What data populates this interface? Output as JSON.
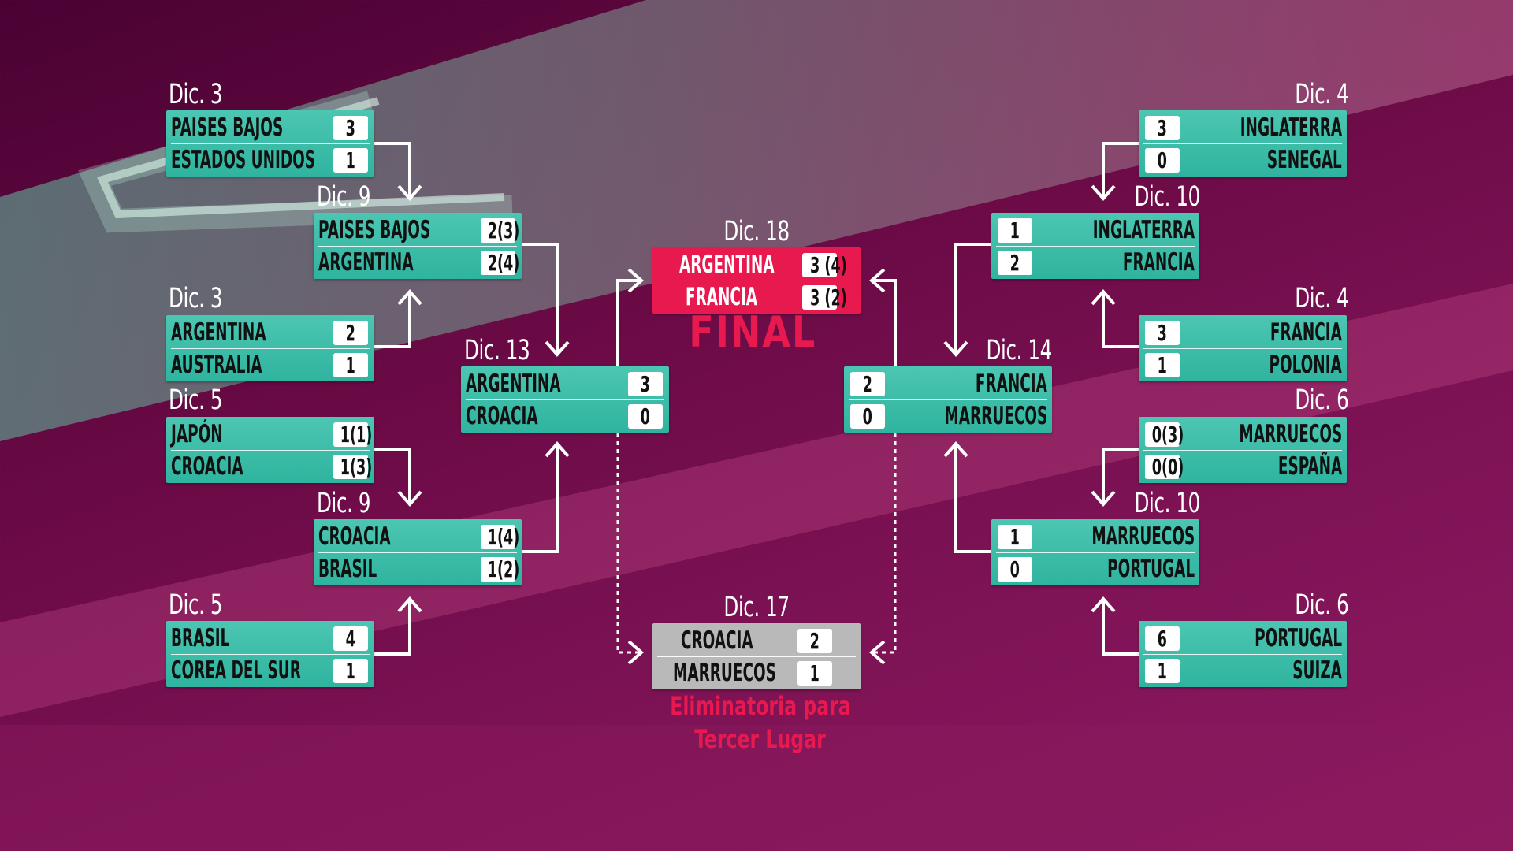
{
  "colors": {
    "match_fill": "#3bbca7",
    "final_fill": "#e8194e",
    "third_fill": "#b9b9b9",
    "accent_text": "#e8194e"
  },
  "left": {
    "r16": [
      {
        "date": "Dic. 3",
        "team1": "PAISES BAJOS",
        "score1": "3",
        "team2": "ESTADOS UNIDOS",
        "score2": "1"
      },
      {
        "date": "Dic. 3",
        "team1": "ARGENTINA",
        "score1": "2",
        "team2": "AUSTRALIA",
        "score2": "1"
      },
      {
        "date": "Dic. 5",
        "team1": "JAPÓN",
        "score1": "1(1)",
        "team2": "CROACIA",
        "score2": "1(3)"
      },
      {
        "date": "Dic. 5",
        "team1": "BRASIL",
        "score1": "4",
        "team2": "COREA DEL SUR",
        "score2": "1"
      }
    ],
    "qf": [
      {
        "date": "Dic. 9",
        "team1": "PAISES BAJOS",
        "score1": "2(3)",
        "team2": "ARGENTINA",
        "score2": "2(4)"
      },
      {
        "date": "Dic. 9",
        "team1": "CROACIA",
        "score1": "1(4)",
        "team2": "BRASIL",
        "score2": "1(2)"
      }
    ],
    "sf": {
      "date": "Dic. 13",
      "team1": "ARGENTINA",
      "score1": "3",
      "team2": "CROACIA",
      "score2": "0"
    }
  },
  "right": {
    "r16": [
      {
        "date": "Dic. 4",
        "team1": "INGLATERRA",
        "score1": "3",
        "team2": "SENEGAL",
        "score2": "0"
      },
      {
        "date": "Dic. 4",
        "team1": "FRANCIA",
        "score1": "3",
        "team2": "POLONIA",
        "score2": "1"
      },
      {
        "date": "Dic. 6",
        "team1": "MARRUECOS",
        "score1": "0(3)",
        "team2": "ESPAÑA",
        "score2": "0(0)"
      },
      {
        "date": "Dic. 6",
        "team1": "PORTUGAL",
        "score1": "6",
        "team2": "SUIZA",
        "score2": "1"
      }
    ],
    "qf": [
      {
        "date": "Dic. 10",
        "team1": "INGLATERRA",
        "score1": "1",
        "team2": "FRANCIA",
        "score2": "2"
      },
      {
        "date": "Dic. 10",
        "team1": "MARRUECOS",
        "score1": "1",
        "team2": "PORTUGAL",
        "score2": "0"
      }
    ],
    "sf": {
      "date": "Dic. 14",
      "team1": "FRANCIA",
      "score1": "2",
      "team2": "MARRUECOS",
      "score2": "0"
    }
  },
  "final": {
    "date": "Dic. 18",
    "team1": "ARGENTINA",
    "score1": "3 (4)",
    "team2": "FRANCIA",
    "score2": "3 (2)",
    "label": "FINAL"
  },
  "third": {
    "date": "Dic. 17",
    "team1": "CROACIA",
    "score1": "2",
    "team2": "MARRUECOS",
    "score2": "1",
    "label_line1": "Eliminatoria para",
    "label_line2": "Tercer Lugar"
  }
}
